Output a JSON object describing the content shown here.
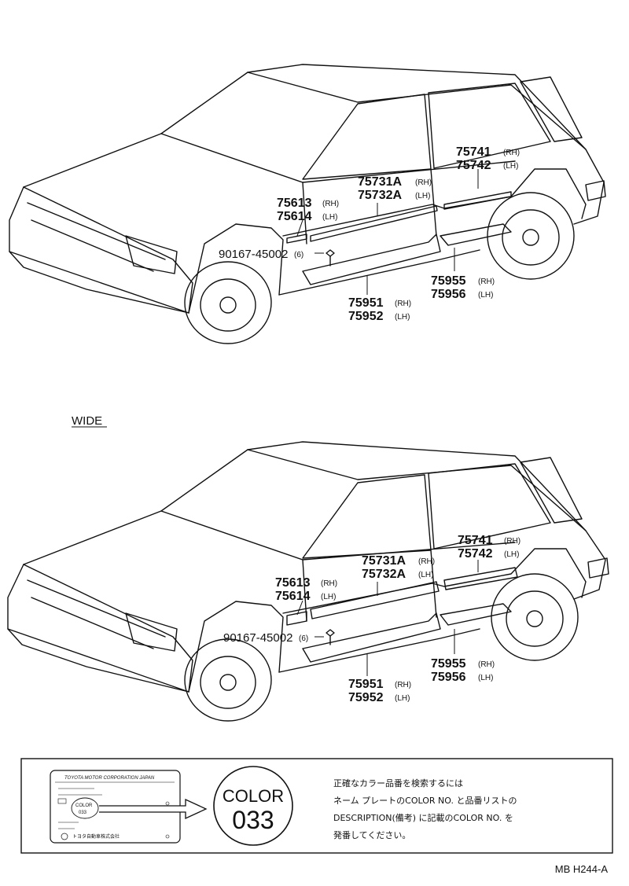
{
  "section_label": "WIDE",
  "top_diagram": {
    "callouts": [
      {
        "number": "75741",
        "side": "(RH)"
      },
      {
        "number": "75742",
        "side": "(LH)"
      },
      {
        "number": "75731A",
        "side": "(RH)"
      },
      {
        "number": "75732A",
        "side": "(LH)"
      },
      {
        "number": "75613",
        "side": "(RH)"
      },
      {
        "number": "75614",
        "side": "(LH)"
      },
      {
        "number": "90167-45002",
        "side": "(6)"
      },
      {
        "number": "75955",
        "side": "(RH)"
      },
      {
        "number": "75956",
        "side": "(LH)"
      },
      {
        "number": "75951",
        "side": "(RH)"
      },
      {
        "number": "75952",
        "side": "(LH)"
      }
    ]
  },
  "bottom_diagram": {
    "callouts": [
      {
        "number": "75741",
        "side": "(RH)"
      },
      {
        "number": "75742",
        "side": "(LH)"
      },
      {
        "number": "75731A",
        "side": "(RH)"
      },
      {
        "number": "75732A",
        "side": "(LH)"
      },
      {
        "number": "75613",
        "side": "(RH)"
      },
      {
        "number": "75614",
        "side": "(LH)"
      },
      {
        "number": "90167-45002",
        "side": "(6)"
      },
      {
        "number": "75955",
        "side": "(RH)"
      },
      {
        "number": "75956",
        "side": "(LH)"
      },
      {
        "number": "75951",
        "side": "(RH)"
      },
      {
        "number": "75952",
        "side": "(LH)"
      }
    ]
  },
  "color_box": {
    "plate_text": "TOYOTA MOTOR CORPORATION JAPAN",
    "plate_color_label": "COLOR",
    "plate_color_code": "033",
    "plate_maker": "トヨタ自動車株式会社",
    "color_label": "COLOR",
    "color_code": "033",
    "instruction_lines": [
      "正確なカラー品番を検索するには",
      "ネーム プレートのCOLOR NO. と品番リストの",
      "DESCRIPTION(備考) に記載のCOLOR NO. を",
      "発番してください。"
    ]
  },
  "footer": {
    "code": "MB  H244-A"
  }
}
